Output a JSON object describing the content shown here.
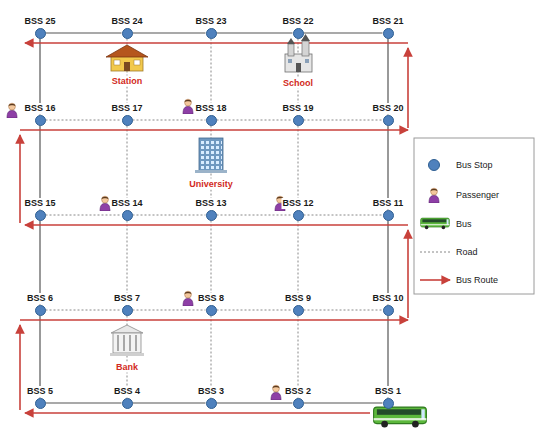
{
  "diagram": {
    "nodes": [
      {
        "text": [
          "BSS 25"
        ]
      },
      {
        "text": [
          "BSS 24"
        ]
      },
      {
        "text": [
          "BSS 23"
        ]
      },
      {
        "text": [
          "BSS 22"
        ]
      },
      {
        "text": [
          "BSS 21"
        ]
      },
      {
        "text": [
          "BSS 16"
        ]
      },
      {
        "text": [
          "BSS 17"
        ]
      },
      {
        "text": [
          "BSS 18"
        ]
      },
      {
        "text": [
          "BSS 19"
        ]
      },
      {
        "text": [
          "BSS 20"
        ]
      },
      {
        "text": [
          "BSS 15"
        ]
      },
      {
        "text": [
          "BSS 14"
        ]
      },
      {
        "text": [
          "BSS 13"
        ]
      },
      {
        "text": [
          "BSS 12"
        ]
      },
      {
        "text": [
          "BSS 11"
        ]
      },
      {
        "text": [
          "BSS 6"
        ]
      },
      {
        "text": [
          "BSS 7"
        ]
      },
      {
        "text": [
          "BSS 8"
        ]
      },
      {
        "text": [
          "BSS 9"
        ]
      },
      {
        "text": [
          "BSS 10"
        ]
      },
      {
        "text": [
          "BSS 5"
        ]
      },
      {
        "text": [
          "BSS 4"
        ]
      },
      {
        "text": [
          "BSS 3"
        ]
      },
      {
        "text": [
          "BSS 2"
        ]
      },
      {
        "text": [
          "BSS 1"
        ]
      }
    ],
    "edges": [
      {
        "from": 0,
        "to": 1,
        "arrow": "none"
      },
      {
        "from": 1,
        "to": 2,
        "arrow": "none"
      },
      {
        "from": 2,
        "to": 3,
        "arrow": "none"
      },
      {
        "from": 3,
        "to": 4,
        "arrow": "none"
      },
      {
        "from": 5,
        "to": 6,
        "arrow": "none"
      },
      {
        "from": 6,
        "to": 7,
        "arrow": "none"
      },
      {
        "from": 7,
        "to": 8,
        "arrow": "none"
      },
      {
        "from": 8,
        "to": 9,
        "arrow": "none"
      },
      {
        "from": 10,
        "to": 11,
        "arrow": "none"
      },
      {
        "from": 11,
        "to": 12,
        "arrow": "none"
      },
      {
        "from": 12,
        "to": 13,
        "arrow": "none"
      },
      {
        "from": 13,
        "to": 14,
        "arrow": "none"
      },
      {
        "from": 15,
        "to": 16,
        "arrow": "none"
      },
      {
        "from": 16,
        "to": 17,
        "arrow": "none"
      },
      {
        "from": 17,
        "to": 18,
        "arrow": "none"
      },
      {
        "from": 18,
        "to": 19,
        "arrow": "none"
      },
      {
        "from": 20,
        "to": 21,
        "arrow": "none"
      },
      {
        "from": 21,
        "to": 22,
        "arrow": "none"
      },
      {
        "from": 22,
        "to": 23,
        "arrow": "none"
      },
      {
        "from": 23,
        "to": 24,
        "arrow": "none"
      },
      {
        "from": 0,
        "to": 5,
        "arrow": "none"
      },
      {
        "from": 5,
        "to": 10,
        "arrow": "none"
      },
      {
        "from": 10,
        "to": 15,
        "arrow": "none"
      },
      {
        "from": 15,
        "to": 20,
        "arrow": "none"
      },
      {
        "from": 1,
        "to": 6,
        "arrow": "none"
      },
      {
        "from": 6,
        "to": 11,
        "arrow": "none"
      },
      {
        "from": 11,
        "to": 16,
        "arrow": "none"
      },
      {
        "from": 16,
        "to": 21,
        "arrow": "none"
      },
      {
        "from": 2,
        "to": 7,
        "arrow": "none"
      },
      {
        "from": 7,
        "to": 12,
        "arrow": "none"
      },
      {
        "from": 12,
        "to": 17,
        "arrow": "none"
      },
      {
        "from": 17,
        "to": 22,
        "arrow": "none"
      },
      {
        "from": 3,
        "to": 8,
        "arrow": "none"
      },
      {
        "from": 8,
        "to": 13,
        "arrow": "none"
      },
      {
        "from": 13,
        "to": 18,
        "arrow": "none"
      },
      {
        "from": 18,
        "to": 23,
        "arrow": "none"
      },
      {
        "from": 4,
        "to": 9,
        "arrow": "none"
      },
      {
        "from": 9,
        "to": 14,
        "arrow": "none"
      },
      {
        "from": 14,
        "to": 19,
        "arrow": "none"
      },
      {
        "from": 19,
        "to": 24,
        "arrow": "none"
      }
    ],
    "labels": [
      "Station",
      "School",
      "University",
      "Bank"
    ],
    "legend": [
      {
        "text": "Bus Stop"
      },
      {
        "text": "Passenger"
      },
      {
        "text": "Bus"
      },
      {
        "text": "Road"
      },
      {
        "text": "Bus Route"
      }
    ]
  }
}
